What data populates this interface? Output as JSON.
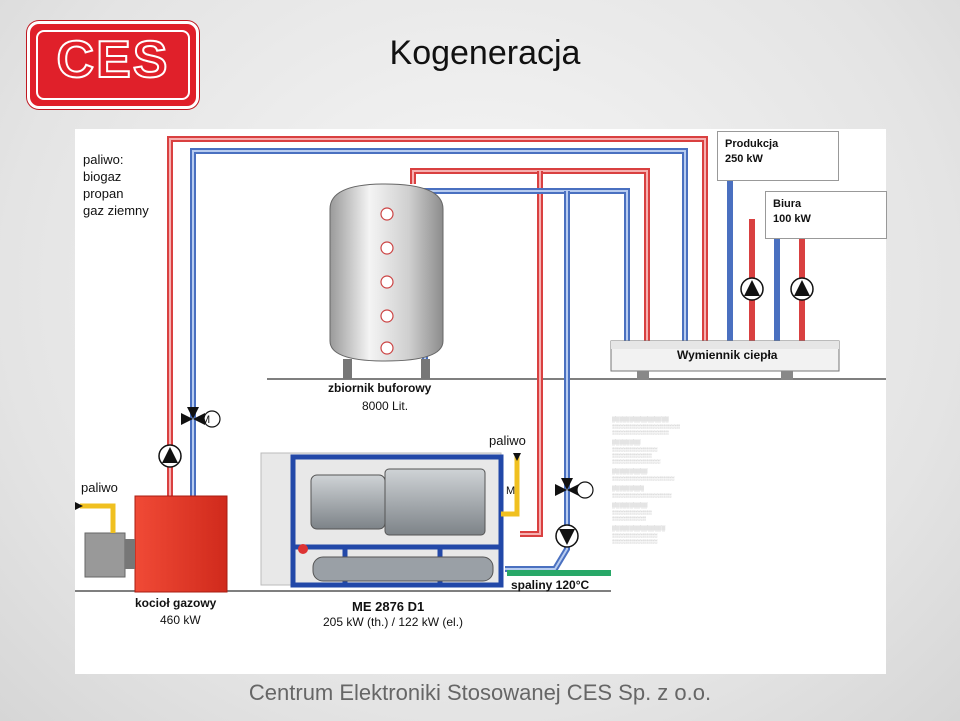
{
  "header": {
    "logo_text": "CES",
    "title": "Kogeneracja"
  },
  "diagram": {
    "fuel_note": {
      "heading": "paliwo:",
      "items": [
        "biogaz",
        "propan",
        "gaz ziemny"
      ]
    },
    "production": {
      "label": "Produkcja",
      "value": "250 kW"
    },
    "offices": {
      "label": "Biura",
      "value": "100 kW"
    },
    "heat_exchanger": "Wymiennik ciepła",
    "buffer_tank": {
      "label": "zbiornik buforowy",
      "capacity": "8000 Lit."
    },
    "fuel_label_left": "paliwo",
    "fuel_label_center": "paliwo",
    "gas_boiler": {
      "label": "kocioł gazowy",
      "power": "460 kW"
    },
    "chp_unit": {
      "model": "ME 2876 D1",
      "power": "205 kW (th.) / 122 kW (el.)"
    },
    "exhaust": "spaliny 120°C",
    "valve_symbol": "M",
    "colors": {
      "hot": "#e04040",
      "cold": "#4a74c4",
      "boiler": "#e8392a",
      "frame": "#2248a8",
      "gas": "#f0c020"
    }
  },
  "footer": {
    "company": "Centrum Elektroniki Stosowanej CES Sp. z o.o."
  }
}
